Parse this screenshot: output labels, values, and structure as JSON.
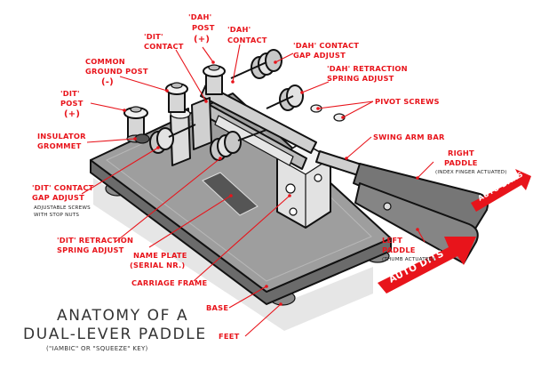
{
  "title": {
    "line1": "ANATOMY OF A",
    "line2": "DUAL-LEVER PADDLE",
    "line3": "(\"IAMBIC\" OR \"SQUEEZE\" KEY)"
  },
  "labels": {
    "dah_post": [
      "'DAH'",
      "POST",
      "(+)"
    ],
    "dah_contact": [
      "'DAH'",
      "CONTACT"
    ],
    "dit_contact": [
      "'DIT'",
      "CONTACT"
    ],
    "common_ground": [
      "COMMON",
      "GROUND POST",
      "(-)"
    ],
    "dah_contact_gap": [
      "'DAH' CONTACT",
      "GAP ADJUST"
    ],
    "dah_retraction": [
      "'DAH' RETRACTION",
      "SPRING ADJUST"
    ],
    "dit_post": [
      "'DIT'",
      "POST",
      "(+)"
    ],
    "pivot_screws": "PIVOT SCREWS",
    "insulator": [
      "INSULATOR",
      "GROMMET"
    ],
    "swing_arm": "SWING ARM BAR",
    "right_paddle": [
      "RIGHT",
      "PADDLE"
    ],
    "right_paddle_note": "(INDEX FINGER ACTUATED)",
    "dit_contact_gap": [
      "'DIT' CONTACT",
      "GAP ADJUST"
    ],
    "dit_contact_gap_note": [
      "ADJUSTABLE SCREWS",
      "WITH STOP NUTS"
    ],
    "dit_retraction": [
      "'DIT' RETRACTION",
      "SPRING ADJUST"
    ],
    "name_plate": [
      "NAME PLATE",
      "(SERIAL NR.)"
    ],
    "left_paddle": [
      "LEFT",
      "PADDLE"
    ],
    "left_paddle_note": "(THUMB ACTUATED)",
    "carriage_frame": "CARRIAGE FRAME",
    "base": "BASE",
    "feet": "FEET",
    "auto_dits": "AUTO DITS",
    "auto_dahs": "AUTO DAHS"
  },
  "colors": {
    "accent": "#e8141b",
    "base_top": "#9e9e9e",
    "base_side": "#6b6b6b",
    "metal": "#d9d9d9",
    "paddle": "#767676"
  }
}
